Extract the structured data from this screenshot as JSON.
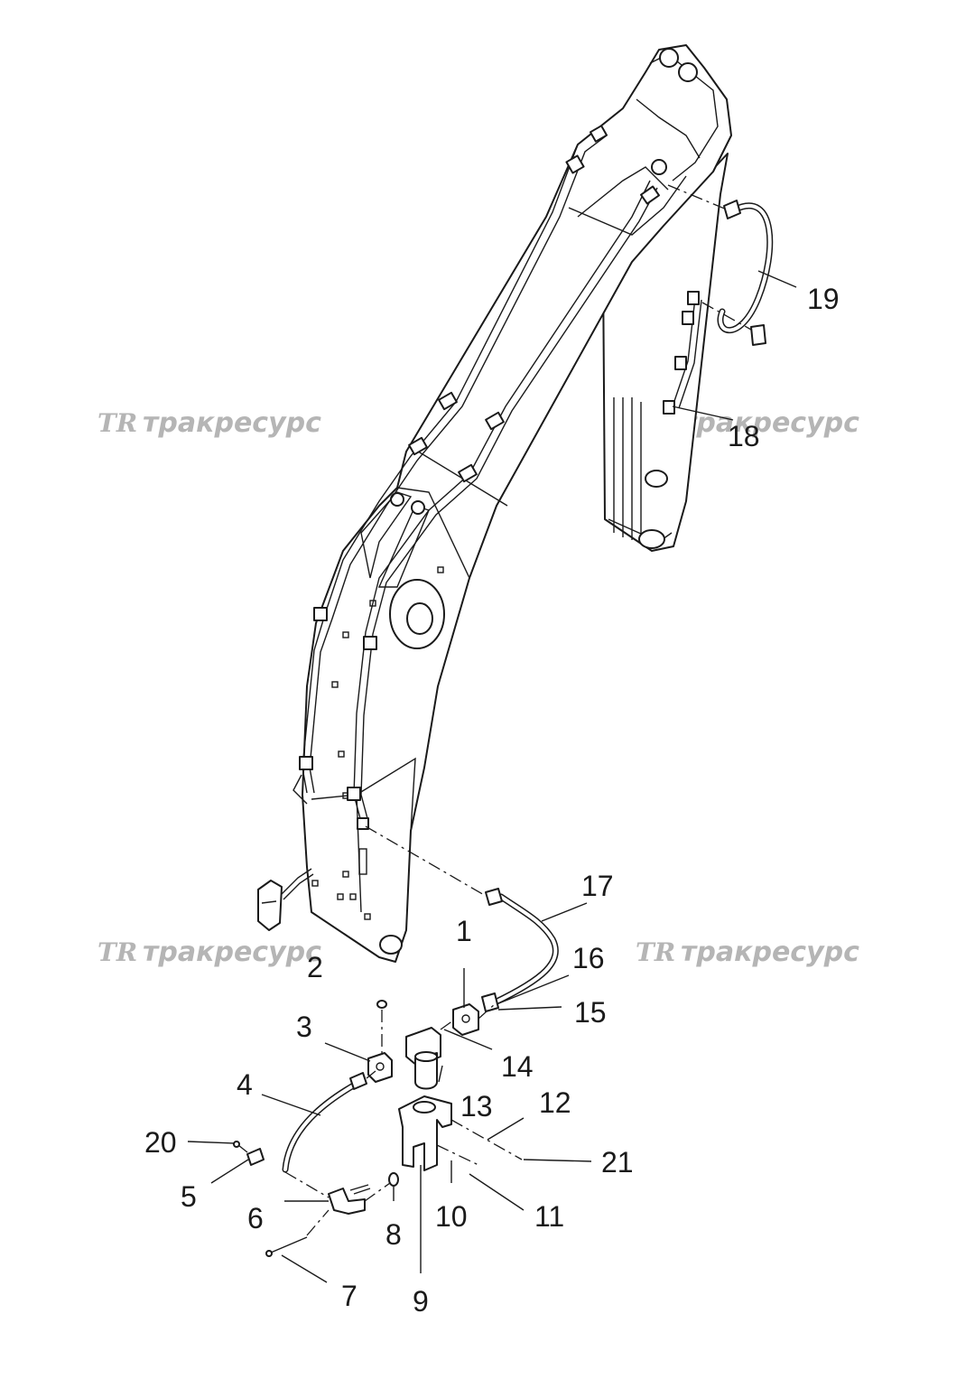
{
  "watermark": {
    "logo": "TR",
    "text": "тракресурс"
  },
  "callouts": [
    "1",
    "2",
    "3",
    "4",
    "5",
    "6",
    "7",
    "8",
    "9",
    "10",
    "11",
    "12",
    "13",
    "14",
    "15",
    "16",
    "17",
    "18",
    "19",
    "20",
    "21"
  ],
  "colors": {
    "line": "#1a1a1a",
    "watermark": "#b5b5b5",
    "background": "#ffffff"
  }
}
